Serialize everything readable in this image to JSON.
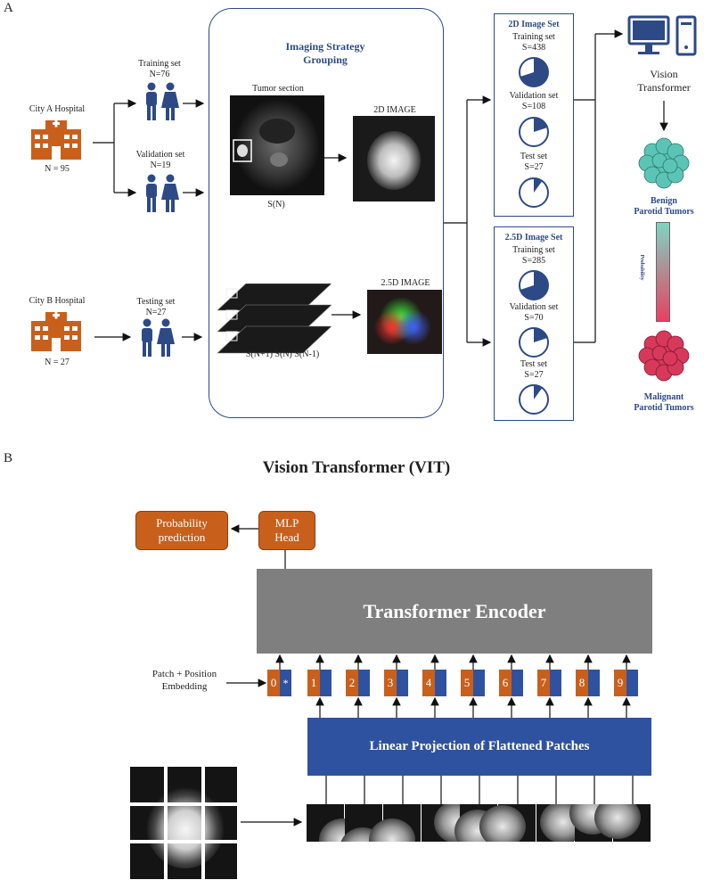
{
  "panel_a": {
    "letter": "A",
    "city_a": {
      "name": "City A Hospital",
      "n": "N = 95"
    },
    "training": {
      "title": "Training set",
      "n": "N=76"
    },
    "validation": {
      "title": "Validation set",
      "n": "N=19"
    },
    "city_b": {
      "name": "City B Hospital",
      "n": "N = 27"
    },
    "testing": {
      "title": "Testing set",
      "n": "N=27"
    },
    "strategy_title_1": "Imaging Strategy",
    "strategy_title_2": "Grouping",
    "tumor_section": "Tumor section",
    "img_2d": "2D  IMAGE",
    "sn": "S(N)",
    "img_25d": "2.5D  IMAGE",
    "snn": "S(N+1)  S(N)  S(N-1)",
    "set_2d": {
      "title": "2D Image Set",
      "items": [
        {
          "label": "Training set",
          "count": "S=438",
          "fraction": 0.7
        },
        {
          "label": "Validation set",
          "count": "S=108",
          "fraction": 0.2
        },
        {
          "label": "Test set",
          "count": "S=27",
          "fraction": 0.1
        }
      ]
    },
    "set_25d": {
      "title": "2.5D Image Set",
      "items": [
        {
          "label": "Training set",
          "count": "S=285",
          "fraction": 0.7
        },
        {
          "label": "Validation set",
          "count": "S=70",
          "fraction": 0.2
        },
        {
          "label": "Test set",
          "count": "S=27",
          "fraction": 0.1
        }
      ]
    },
    "vit_1": "Vision",
    "vit_2": "Transformer",
    "benign_1": "Benign",
    "benign_2": "Parotid Tumors",
    "probability": "Probability",
    "malignant_1": "Malignant",
    "malignant_2": "Parotid Tumors"
  },
  "panel_b": {
    "letter": "B",
    "title": "Vision Transformer (VIT)",
    "prob_pred_1": "Probability",
    "prob_pred_2": "prediction",
    "mlp_1": "MLP",
    "mlp_2": "Head",
    "encoder": "Transformer Encoder",
    "embed_1": "Patch + Position",
    "embed_2": "Embedding",
    "tokens": [
      "0",
      "1",
      "2",
      "3",
      "4",
      "5",
      "6",
      "7",
      "8",
      "9"
    ],
    "cls_mark": "*",
    "linear_proj": "Linear Projection of Flattened Patches"
  },
  "colors": {
    "navy": "#2d4a86",
    "orange": "#c8601c",
    "blue": "#2f52a0",
    "gray": "#7f7f7f"
  }
}
